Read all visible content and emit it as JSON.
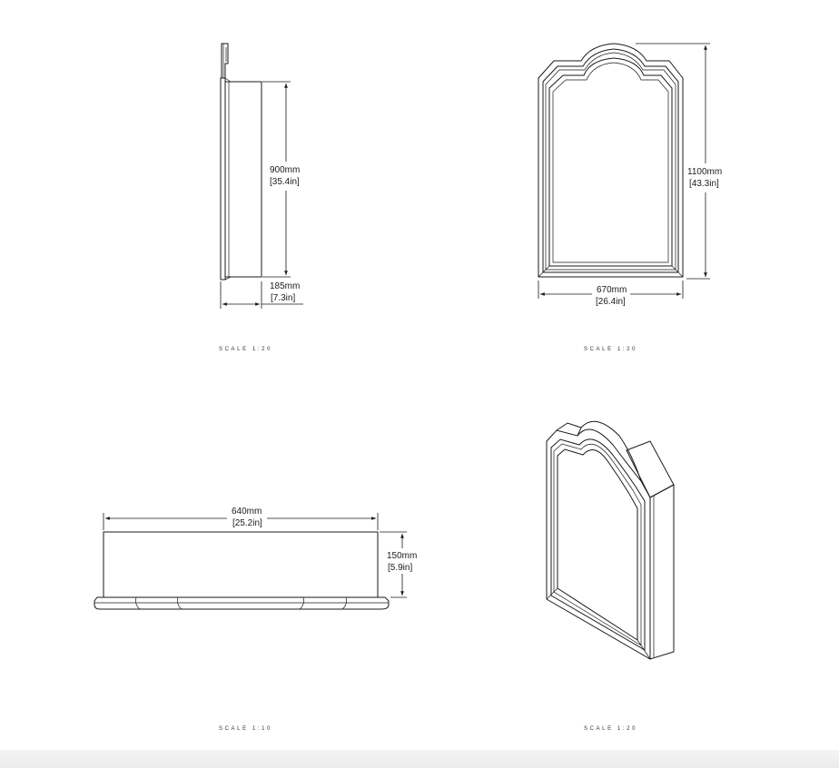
{
  "views": {
    "side": {
      "height_mm": "900mm",
      "height_in": "[35.4in]",
      "depth_mm": "185mm",
      "depth_in": "[7.3in]",
      "scale": "SCALE 1:20"
    },
    "front": {
      "height_mm": "1100mm",
      "height_in": "[43.3in]",
      "width_mm": "670mm",
      "width_in": "[26.4in]",
      "scale": "SCALE 1:20"
    },
    "top": {
      "width_mm": "640mm",
      "width_in": "[25.2in]",
      "depth_mm": "150mm",
      "depth_in": "[5.9in]",
      "scale": "SCALE 1:10"
    },
    "iso": {
      "scale": "SCALE 1:20"
    }
  }
}
